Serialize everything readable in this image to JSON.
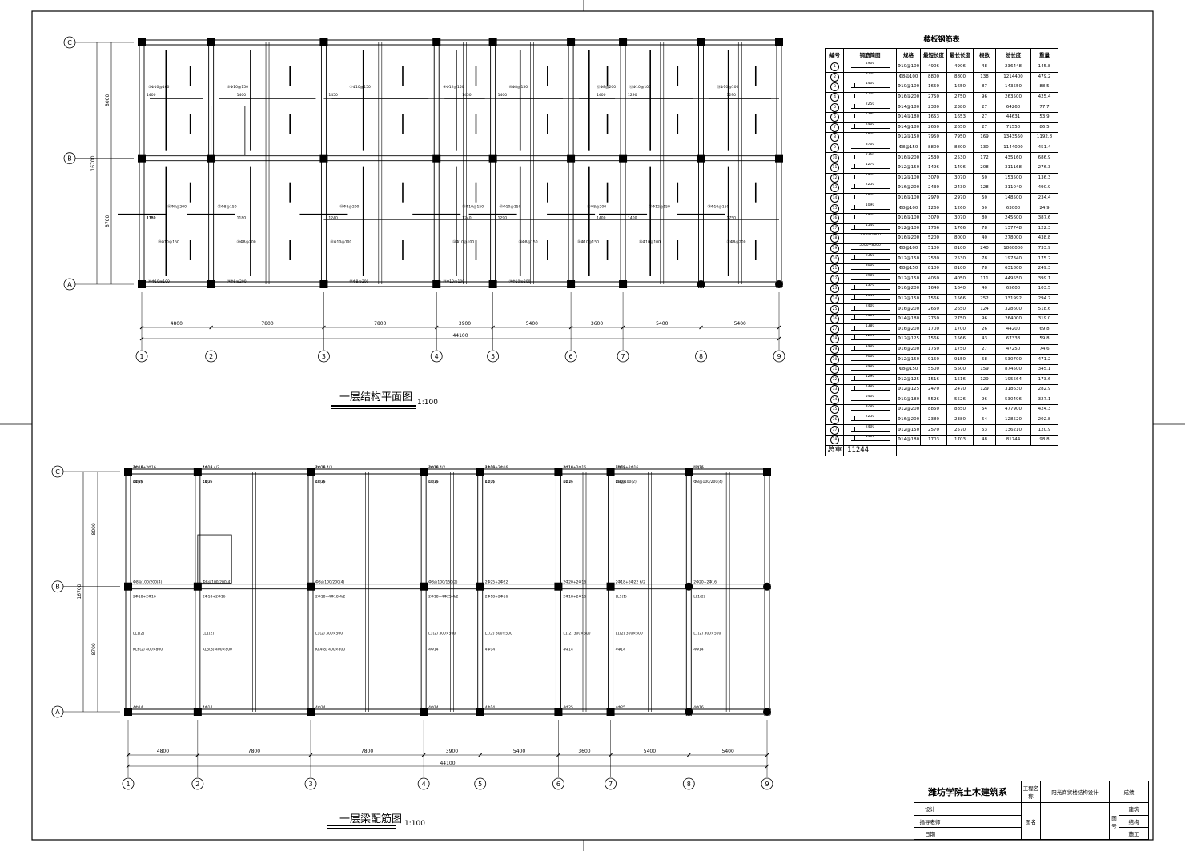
{
  "plan1": {
    "title": "一层结构平面图",
    "scale": "1:100",
    "axis_rows": [
      "C",
      "B",
      "A"
    ],
    "axis_cols": [
      "1",
      "2",
      "3",
      "4",
      "5",
      "6",
      "7",
      "8",
      "9"
    ],
    "span_dims": [
      "4800",
      "7800",
      "7800",
      "3900",
      "5400",
      "3600",
      "5400",
      "5400"
    ],
    "total_dim": "44100",
    "row_dims": [
      "8000",
      "8700"
    ],
    "row_total": "16700",
    "labels": [
      "①Φ10@100",
      "⑤Φ10@150",
      "⑦Φ10@150",
      "⑧Φ12@150",
      "⑩Φ8@150",
      "⑫Φ8@200",
      "⑬Φ10@100",
      "⑮Φ10@100",
      "⑯Φ8@200",
      "⑰Φ8@150",
      "⑱Φ8@200",
      "⑳Φ10@150",
      "㉒Φ10@150",
      "㉔Φ8@200",
      "㉖Φ12@150",
      "㉘Φ10@150",
      "㉙Φ10@150",
      "㉚Φ8@200",
      "㉛Φ10@100",
      "㉝Φ10@100",
      "㉞Φ8@150",
      "㉟Φ10@150",
      "㊱Φ10@100",
      "㊲Φ8@200",
      "㊳Φ10@100",
      "⑲Φ8@200",
      "⑭Φ8@200",
      "㉓Φ10@100",
      "㉕Φ10@200"
    ],
    "bar_lengths": [
      "1400",
      "1400",
      "1450",
      "1450",
      "1400",
      "1400",
      "1290",
      "1290",
      "1180",
      "1180",
      "1240",
      "1240",
      "1290",
      "1400",
      "1400",
      "1750",
      "1750"
    ]
  },
  "plan2": {
    "title": "一层梁配筋图",
    "scale": "1:100",
    "axis_rows": [
      "C",
      "B",
      "A"
    ],
    "axis_cols": [
      "1",
      "2",
      "3",
      "4",
      "5",
      "6",
      "7",
      "8",
      "9"
    ],
    "span_dims": [
      "4800",
      "7800",
      "7800",
      "3900",
      "5400",
      "3600",
      "5400",
      "5400"
    ],
    "total_dim": "44100",
    "row_dims": [
      "8000",
      "8700"
    ],
    "row_total": "16700",
    "labels": [
      "2Ф18+2Ф16",
      "4Ф18 4/2",
      "2Ф18 4/3",
      "2Ф18 4/2",
      "2Ф18+2Ф16",
      "2Ф18+2Ф16",
      "2Ф18+2Ф16",
      "4Ф16",
      "4Ф16",
      "4Ф16",
      "4Ф16",
      "4Ф16",
      "4Ф16",
      "4Ф16",
      "Ф8@100(2)",
      "Ф8@100/200(4)",
      "Ф8@100/200(4)",
      "Ф8@100/200(4)",
      "Ф8@100/200(4)",
      "Ф8@100/150(2)",
      "2Ф25+2Ф22",
      "2Ф20+2Ф16",
      "2Ф18+6Ф22 6/2",
      "2Ф20+2Ф16",
      "2Ф18+2Ф16",
      "2Ф18+2Ф16",
      "2Ф18+4Ф18 4/2",
      "2Ф18+4Ф25 4/2",
      "2Ф18+2Ф16",
      "2Ф18+2Ф16",
      "LL1(1)",
      "LL1(2)",
      "LL1(2)",
      "LL1(2)",
      "L1(2) 300×500",
      "L1(2) 300×500",
      "L1(2) 300×500",
      "L1(2) 300×500",
      "L1(2) 300×500",
      "L1(2) 300×500",
      "KL6(2) 400×800",
      "KL5(8) 400×800",
      "KL4(8) 400×800",
      "4Ф14",
      "4Ф14",
      "4Ф14",
      "4Ф14",
      "4Ф14",
      "4Ф14",
      "4Ф14",
      "4Ф14",
      "4Ф14",
      "4Ф14",
      "4Ф25",
      "4Ф25",
      "4Ф16",
      "4Ф16",
      "4Ф16",
      "4Ф16",
      "4Ф16",
      "4Ф16",
      "4Ф16",
      "L1(2)",
      "L1(2)",
      "L1(2)",
      "L1(2)",
      "L1(2)",
      "L1(2)",
      "L1(2)",
      "L1(2)",
      "L1(2)"
    ]
  },
  "rebar_table": {
    "title": "楼板钢筋表",
    "headers": [
      "编号",
      "钢筋简图",
      "规格",
      "最短长度",
      "最长长度",
      "根数",
      "总长度",
      "重量"
    ],
    "rows": [
      [
        "1",
        "4906",
        "",
        "Φ10@100",
        "4906",
        "4906",
        "48",
        "236448",
        "145.8"
      ],
      [
        "2",
        "8700",
        "",
        "Φ8@100",
        "8800",
        "8800",
        "138",
        "1214400",
        "479.2"
      ],
      [
        "3",
        "1400",
        "",
        "Φ10@100",
        "1650",
        "1650",
        "87",
        "143550",
        "88.5"
      ],
      [
        "4",
        "2500",
        "",
        "Φ16@200",
        "2750",
        "2750",
        "96",
        "263500",
        "425.4"
      ],
      [
        "5",
        "2250",
        "",
        "Φ14@180",
        "2380",
        "2380",
        "27",
        "64260",
        "77.7"
      ],
      [
        "6",
        "1380",
        "",
        "Φ14@180",
        "1653",
        "1653",
        "27",
        "44631",
        "53.9"
      ],
      [
        "7",
        "2400",
        "",
        "Φ14@180",
        "2650",
        "2650",
        "27",
        "71550",
        "86.5"
      ],
      [
        "8",
        "7800",
        "",
        "Φ12@150",
        "7950",
        "7950",
        "169",
        "1343550",
        "1192.8"
      ],
      [
        "9",
        "8700",
        "",
        "Φ8@150",
        "8800",
        "8800",
        "130",
        "1144000",
        "451.4"
      ],
      [
        "10",
        "2360",
        "",
        "Φ16@200",
        "2530",
        "2530",
        "172",
        "435160",
        "686.9"
      ],
      [
        "11",
        "1270",
        "",
        "Φ12@150",
        "1496",
        "1496",
        "208",
        "311168",
        "276.3"
      ],
      [
        "12",
        "2900",
        "",
        "Φ12@100",
        "3070",
        "3070",
        "50",
        "153500",
        "136.3"
      ],
      [
        "13",
        "2250",
        "",
        "Φ16@200",
        "2430",
        "2430",
        "128",
        "311040",
        "490.9"
      ],
      [
        "14",
        "2800",
        "",
        "Φ16@100",
        "2970",
        "2970",
        "50",
        "148500",
        "234.4"
      ],
      [
        "15",
        "1090",
        "",
        "Φ8@100",
        "1260",
        "1260",
        "50",
        "63000",
        "24.9"
      ],
      [
        "16",
        "2900",
        "",
        "Φ16@100",
        "3070",
        "3070",
        "80",
        "245600",
        "387.6"
      ],
      [
        "17",
        "1540",
        "",
        "Φ12@100",
        "1766",
        "1766",
        "78",
        "137748",
        "122.3"
      ],
      [
        "18",
        "5000~7800",
        "",
        "Φ16@200",
        "5200",
        "8000",
        "40",
        "278000",
        "438.8"
      ],
      [
        "19",
        "5000~8000",
        "",
        "Φ8@100",
        "5100",
        "8100",
        "240",
        "1860000",
        "733.9"
      ],
      [
        "20",
        "2350",
        "",
        "Φ12@150",
        "2530",
        "2530",
        "78",
        "197340",
        "175.2"
      ],
      [
        "21",
        "8000",
        "",
        "Φ8@150",
        "8100",
        "8100",
        "78",
        "631800",
        "249.3"
      ],
      [
        "22",
        "3900",
        "",
        "Φ12@150",
        "4050",
        "4050",
        "111",
        "449550",
        "399.1"
      ],
      [
        "23",
        "1370",
        "",
        "Φ16@200",
        "1640",
        "1640",
        "40",
        "65600",
        "103.5"
      ],
      [
        "24",
        "1340",
        "",
        "Φ12@150",
        "1566",
        "1566",
        "252",
        "331992",
        "294.7"
      ],
      [
        "25",
        "2400",
        "",
        "Φ16@200",
        "2650",
        "2650",
        "124",
        "328600",
        "518.6"
      ],
      [
        "26",
        "2500",
        "",
        "Φ14@180",
        "2750",
        "2750",
        "96",
        "264000",
        "319.0"
      ],
      [
        "27",
        "1380",
        "",
        "Φ16@200",
        "1700",
        "1700",
        "26",
        "44200",
        "69.8"
      ],
      [
        "28",
        "1290",
        "",
        "Φ12@125",
        "1566",
        "1566",
        "43",
        "67338",
        "59.8"
      ],
      [
        "29",
        "1400",
        "",
        "Φ16@200",
        "1750",
        "1750",
        "27",
        "47250",
        "74.6"
      ],
      [
        "30",
        "9000",
        "",
        "Φ12@150",
        "9150",
        "9150",
        "58",
        "530700",
        "471.2"
      ],
      [
        "31",
        "5400",
        "",
        "Φ8@150",
        "5500",
        "5500",
        "159",
        "874500",
        "345.1"
      ],
      [
        "32",
        "1290",
        "",
        "Φ12@125",
        "1516",
        "1516",
        "129",
        "195564",
        "173.6"
      ],
      [
        "33",
        "2300",
        "",
        "Φ12@125",
        "2470",
        "2470",
        "129",
        "318630",
        "282.9"
      ],
      [
        "34",
        "5400",
        "",
        "Φ10@180",
        "5526",
        "5526",
        "96",
        "530496",
        "327.1"
      ],
      [
        "35",
        "8700",
        "",
        "Φ12@200",
        "8850",
        "8850",
        "54",
        "477900",
        "424.3"
      ],
      [
        "36",
        "2250",
        "",
        "Φ16@200",
        "2380",
        "2380",
        "54",
        "128520",
        "202.8"
      ],
      [
        "37",
        "2400",
        "",
        "Φ12@150",
        "2570",
        "2570",
        "53",
        "136210",
        "120.9"
      ],
      [
        "38",
        "1400",
        "",
        "Φ14@180",
        "1703",
        "1703",
        "48",
        "81744",
        "98.8"
      ]
    ],
    "total_label": "总重",
    "total_value": "11244"
  },
  "title_block": {
    "school": "潍坊学院土木建筑系",
    "project_label": "工程名称",
    "project_name": "阳光商贸楼结构设计",
    "stage": "成绩",
    "design": "设计",
    "advisor": "指导老师",
    "date": "日期",
    "drawing_name": "图名",
    "drawing_no": "图号",
    "disc_arch": "建筑",
    "disc_struct": "结构",
    "disc_const": "施工"
  }
}
